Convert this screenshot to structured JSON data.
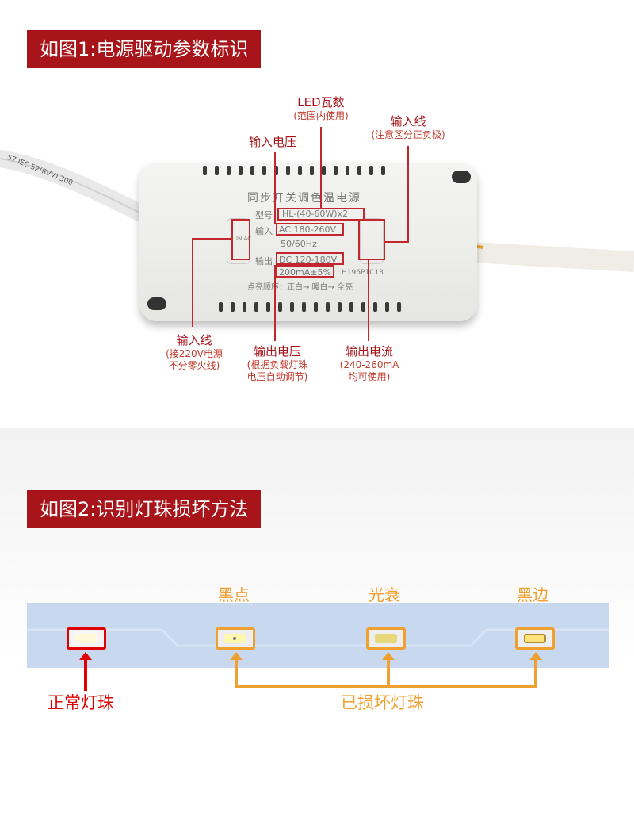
{
  "section1": {
    "banner": "如图1:电源驱动参数标识",
    "labels": {
      "led_watt": {
        "title": "LED瓦数",
        "sub": "(范围内使用)"
      },
      "input_voltage": {
        "title": "输入电压"
      },
      "input_line_right": {
        "title": "输入线",
        "sub": "(注意区分正负极)"
      },
      "input_line_left": {
        "title": "输入线",
        "sub1": "(接220V电源",
        "sub2": "不分零火线)"
      },
      "output_voltage": {
        "title": "输出电压",
        "sub1": "(根据负载灯珠",
        "sub2": "电压自动调节)"
      },
      "output_current": {
        "title": "输出电流",
        "sub1": "(240-260mA",
        "sub2": "均可使用)"
      }
    },
    "driver": {
      "name": "同步开关调色温电源",
      "model_label": "型号",
      "model": "HL-(40-60W)x2",
      "input_label": "输入",
      "input": "AC 180-260V",
      "freq": "50/60Hz",
      "output_label": "输出",
      "output": "DC 120-180V",
      "current": "200mA±5%",
      "code": "H196P1C13",
      "order": "点亮顺序：正白→ 暖白→ 全亮",
      "in_ac": "IN AC",
      "cable_print": "57 IEC 52(RVV) 300"
    }
  },
  "section2": {
    "banner": "如图2:识别灯珠损坏方法",
    "top_labels": [
      "黑点",
      "光衰",
      "黑边"
    ],
    "normal_label": "正常灯珠",
    "damaged_label": "已损坏灯珠"
  },
  "colors": {
    "banner": "#a7151a",
    "normal": "#e00000",
    "damaged": "#f0a030",
    "strip": "#c7d8ef"
  }
}
